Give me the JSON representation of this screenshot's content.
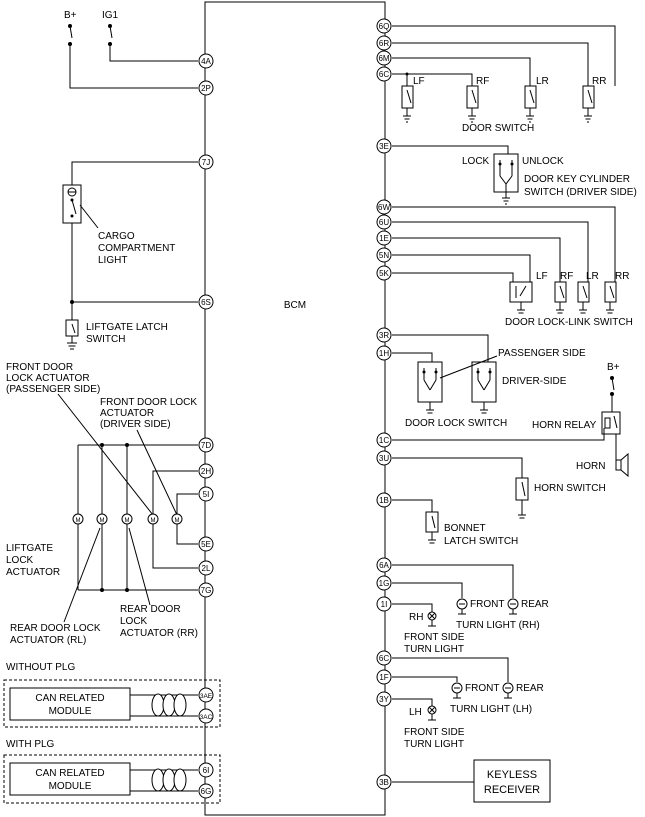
{
  "bcm_label": "BCM",
  "sources": {
    "b_plus": "B+",
    "ig1": "IG1",
    "b_plus_horn": "B+"
  },
  "left_pins": [
    "4A",
    "2P",
    "7J",
    "6S",
    "7D",
    "2H",
    "5I",
    "5E",
    "2L",
    "7G",
    "3AE",
    "3AC",
    "6I",
    "6G"
  ],
  "right_pins": [
    "6Q",
    "6R",
    "6M",
    "6C",
    "3E",
    "6W",
    "6U",
    "1E",
    "5N",
    "5K",
    "3R",
    "1H",
    "1C",
    "3U",
    "1B",
    "6A",
    "1G",
    "1I",
    "6C",
    "1F",
    "3Y",
    "3B"
  ],
  "labels": {
    "cargo_light": [
      "CARGO",
      "COMPARTMENT",
      "LIGHT"
    ],
    "liftgate_latch": [
      "LIFTGATE LATCH",
      "SWITCH"
    ],
    "front_door_pass": [
      "FRONT DOOR",
      "LOCK ACTUATOR",
      "(PASSENGER SIDE)"
    ],
    "front_door_drv": [
      "FRONT DOOR LOCK",
      "ACTUATOR",
      "(DRIVER SIDE)"
    ],
    "liftgate_lock": [
      "LIFTGATE",
      "LOCK",
      "ACTUATOR"
    ],
    "rear_rl": [
      "REAR DOOR LOCK",
      "ACTUATOR (RL)"
    ],
    "rear_rr": [
      "REAR DOOR",
      "LOCK",
      "ACTUATOR (RR)"
    ],
    "without_plg": "WITHOUT PLG",
    "with_plg": "WITH PLG",
    "can_module": [
      "CAN RELATED",
      "MODULE"
    ],
    "door_switch": "DOOR SWITCH",
    "door_positions": [
      "LF",
      "RF",
      "LR",
      "RR"
    ],
    "lock": "LOCK",
    "unlock": "UNLOCK",
    "key_cylinder": [
      "DOOR KEY CYLINDER",
      "SWITCH (DRIVER SIDE)"
    ],
    "lock_link": "DOOR LOCK-LINK SWITCH",
    "passenger_side": "PASSENGER SIDE",
    "driver_side": "DRIVER-SIDE",
    "door_lock_switch": "DOOR LOCK SWITCH",
    "horn_relay": "HORN RELAY",
    "horn": "HORN",
    "horn_switch": "HORN SWITCH",
    "bonnet": [
      "BONNET",
      "LATCH SWITCH"
    ],
    "rh": "RH",
    "lh": "LH",
    "front": "FRONT",
    "rear": "REAR",
    "front_side_turn": [
      "FRONT SIDE",
      "TURN LIGHT"
    ],
    "turn_rh": "TURN LIGHT (RH)",
    "turn_lh": "TURN LIGHT (LH)",
    "keyless": [
      "KEYLESS",
      "RECEIVER"
    ]
  }
}
